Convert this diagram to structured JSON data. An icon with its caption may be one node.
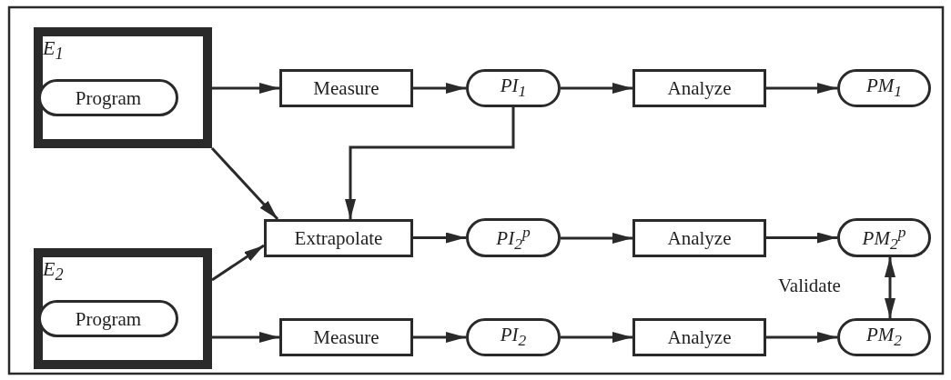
{
  "diagram": {
    "nodes": [
      {
        "text": [
          "E$_{1}$"
        ]
      },
      {
        "text": [
          "Program"
        ],
        "in": 0
      },
      {
        "text": [
          "E$_{2}$"
        ]
      },
      {
        "text": [
          "Program"
        ],
        "in": 2
      },
      {
        "text": [
          "Measure"
        ]
      },
      {
        "text": [
          "PI$_{1}$"
        ]
      },
      {
        "text": [
          "Analyze"
        ]
      },
      {
        "text": [
          "PM$_{1}$"
        ]
      },
      {
        "text": [
          "Extrapolate"
        ]
      },
      {
        "text": [
          "PI$_{2}$$^{p}$"
        ]
      },
      {
        "text": [
          "Analyze"
        ]
      },
      {
        "text": [
          "PM$_{2}$$^{p}$"
        ]
      },
      {
        "text": [
          "Measure"
        ]
      },
      {
        "text": [
          "PI$_{2}$"
        ]
      },
      {
        "text": [
          "Analyze"
        ]
      },
      {
        "text": [
          "PM$_{2}$"
        ]
      }
    ],
    "edges": [
      {
        "from": 0,
        "to": 4,
        "arrow": "to"
      },
      {
        "from": 4,
        "to": 5,
        "arrow": "to"
      },
      {
        "from": 5,
        "to": 6,
        "arrow": "to"
      },
      {
        "from": 6,
        "to": 7,
        "arrow": "to"
      },
      {
        "from": 0,
        "to": 8,
        "arrow": "to"
      },
      {
        "from": 5,
        "to": 8,
        "arrow": "to"
      },
      {
        "from": 2,
        "to": 8,
        "arrow": "to"
      },
      {
        "from": 8,
        "to": 9,
        "arrow": "to"
      },
      {
        "from": 9,
        "to": 10,
        "arrow": "to"
      },
      {
        "from": 10,
        "to": 11,
        "arrow": "to"
      },
      {
        "from": 11,
        "to": 15,
        "arrow": "both",
        "label": "Validate"
      },
      {
        "from": 2,
        "to": 12,
        "arrow": "to"
      },
      {
        "from": 12,
        "to": 13,
        "arrow": "to"
      },
      {
        "from": 13,
        "to": 14,
        "arrow": "to"
      },
      {
        "from": 14,
        "to": 15,
        "arrow": "to"
      }
    ]
  }
}
